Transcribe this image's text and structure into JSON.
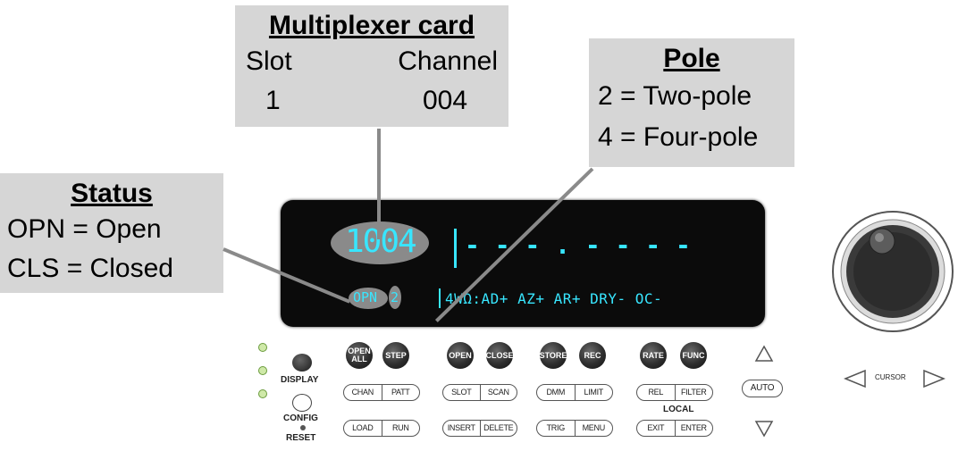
{
  "multiplexer_card": {
    "title": "Multiplexer card",
    "slot_label": "Slot",
    "channel_label": "Channel",
    "slot_value": "1",
    "channel_value": "004"
  },
  "pole": {
    "title": "Pole",
    "line1": "2 = Two-pole",
    "line2": "4 = Four-pole"
  },
  "status": {
    "title": "Status",
    "line1": "OPN = Open",
    "line2": "CLS = Closed"
  },
  "display": {
    "channel": "1004",
    "reading": "- - - . - - - -",
    "status_text": "OPN",
    "pole_digit": "2",
    "annunciators": "4WΩ:AD+ AZ+  AR+ DRY- OC-"
  },
  "front_panel": {
    "display_label": "DISPLAY",
    "config_label": "CONFIG",
    "reset_label": "RESET",
    "local_label": "LOCAL",
    "auto_label": "AUTO",
    "cursor_label": "CURSOR",
    "round_buttons": [
      "OPEN ALL",
      "STEP",
      "OPEN",
      "CLOSE",
      "STORE",
      "REC",
      "RATE",
      "FUNC"
    ],
    "pill_row1": [
      [
        "CHAN",
        "PATT"
      ],
      [
        "SLOT",
        "SCAN"
      ],
      [
        "DMM",
        "LIMIT"
      ],
      [
        "REL",
        "FILTER"
      ]
    ],
    "pill_row2": [
      [
        "LOAD",
        "RUN"
      ],
      [
        "INSERT",
        "DELETE"
      ],
      [
        "TRIG",
        "MENU"
      ],
      [
        "EXIT",
        "ENTER"
      ]
    ]
  },
  "colors": {
    "callout_bg": "#d6d6d6",
    "display_bg": "#0b0b0b",
    "segment": "#38e6ff",
    "leader_line": "#8a8a8a"
  }
}
